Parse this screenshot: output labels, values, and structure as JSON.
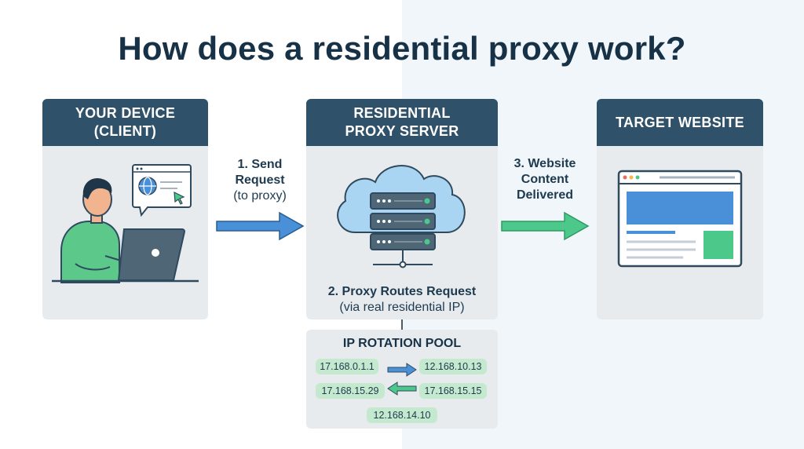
{
  "title": "How does a residential proxy work?",
  "cards": {
    "client": {
      "line1": "YOUR DEVICE",
      "line2": "(CLIENT)"
    },
    "proxy": {
      "line1": "RESIDENTIAL",
      "line2": "PROXY SERVER"
    },
    "target": {
      "line1": "TARGET WEBSITE"
    }
  },
  "steps": {
    "step1": {
      "line1": "1. Send",
      "line2": "Request",
      "line3": "(to proxy)"
    },
    "step2": {
      "line1": "2. Proxy Routes Request",
      "line2": "(via real residential IP)"
    },
    "step3": {
      "line1": "3. Website",
      "line2": "Content",
      "line3": "Delivered"
    }
  },
  "pool": {
    "title": "IP ROTATION POOL",
    "ips": [
      "17.168.0.1.1",
      "12.168.10.13",
      "17.168.15.29",
      "17.168.15.15",
      "12.168.14.10"
    ]
  },
  "colors": {
    "header": "#2f5169",
    "card_bg": "#e8ebee",
    "arrow_blue": "#4a90d9",
    "arrow_green": "#4cc98a",
    "ip_chip": "#c4e9cf"
  },
  "icons": [
    "person-icon",
    "laptop-icon",
    "browser-popup-icon",
    "globe-icon",
    "cursor-icon",
    "cloud-icon",
    "server-stack-icon",
    "website-window-icon",
    "swap-arrows-icon"
  ]
}
